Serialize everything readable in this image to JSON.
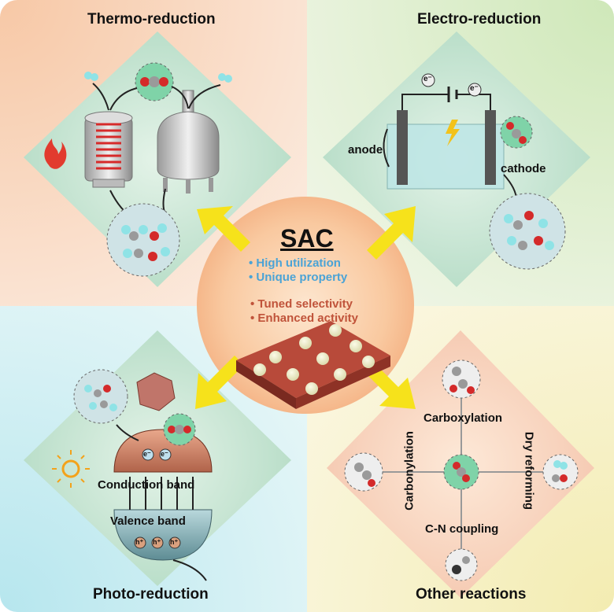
{
  "quadrants": {
    "thermo": {
      "title": "Thermo-reduction"
    },
    "electro": {
      "title": "Electro-reduction",
      "anode": "anode",
      "cathode": "cathode",
      "electron": "e⁻"
    },
    "photo": {
      "title": "Photo-reduction",
      "conduction_band": "Conduction band",
      "valence_band": "Valence band",
      "electron": "e⁻",
      "hole": "h⁺"
    },
    "other": {
      "title": "Other reactions",
      "carboxylation": "Carboxylation",
      "carbonylation": "Carbonylation",
      "dry_reforming": "Dry reforming",
      "cn_coupling": "C-N coupling"
    }
  },
  "center": {
    "title": "SAC",
    "points_blue": [
      "• High utilization",
      "• Unique property"
    ],
    "points_red": [
      "• Tuned selectivity",
      "• Enhanced activity"
    ]
  },
  "colors": {
    "blue_text": "#4aa3d6",
    "red_text": "#c0533a",
    "arrow": "#f6e21b",
    "molecule_red": "#d42a2a",
    "hydrogen": "#8fe3e6"
  }
}
